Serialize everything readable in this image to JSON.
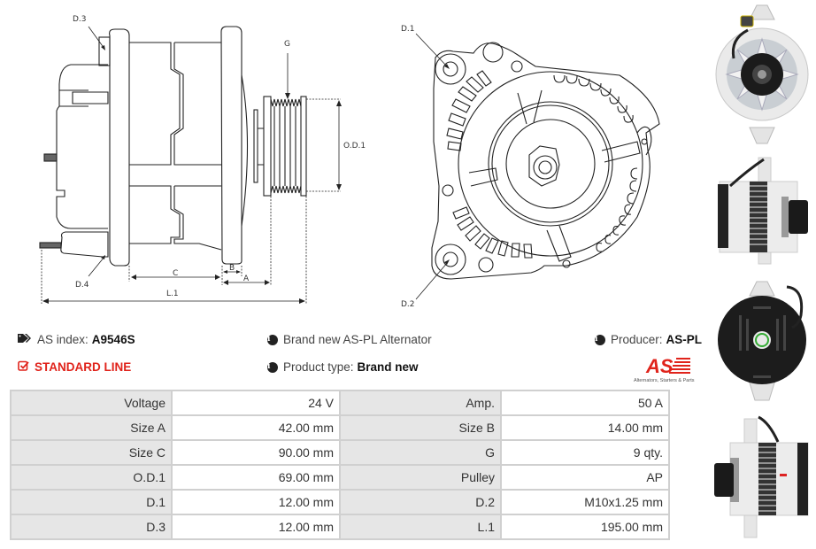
{
  "drawing_labels": {
    "d3": "D.3",
    "d4": "D.4",
    "g": "G",
    "od1": "O.D.1",
    "c": "C",
    "b": "B",
    "a": "A",
    "l1": "L.1",
    "d1": "D.1",
    "d2": "D.2"
  },
  "info": {
    "as_index_label": "AS index:",
    "as_index_value": "A9546S",
    "line_label": "STANDARD LINE",
    "description": "Brand new AS-PL Alternator",
    "product_type_label": "Product type:",
    "product_type_value": "Brand new",
    "producer_label": "Producer:",
    "producer_value": "AS-PL"
  },
  "logo": {
    "mark": "AS",
    "tagline": "Alternators, Starters & Parts",
    "color": "#e0231b"
  },
  "icons": {
    "tag": "tags-icon",
    "check": "check-square-icon",
    "info": "info-circle-icon"
  },
  "specs": [
    {
      "label_left": "Voltage",
      "value_left": "24 V",
      "label_right": "Amp.",
      "value_right": "50 A"
    },
    {
      "label_left": "Size A",
      "value_left": "42.00 mm",
      "label_right": "Size B",
      "value_right": "14.00 mm"
    },
    {
      "label_left": "Size C",
      "value_left": "90.00 mm",
      "label_right": "G",
      "value_right": "9 qty."
    },
    {
      "label_left": "O.D.1",
      "value_left": "69.00 mm",
      "label_right": "Pulley",
      "value_right": "AP"
    },
    {
      "label_left": "D.1",
      "value_left": "12.00 mm",
      "label_right": "D.2",
      "value_right": "M10x1.25 mm"
    },
    {
      "label_left": "D.3",
      "value_left": "12.00 mm",
      "label_right": "L.1",
      "value_right": "195.00 mm"
    }
  ]
}
